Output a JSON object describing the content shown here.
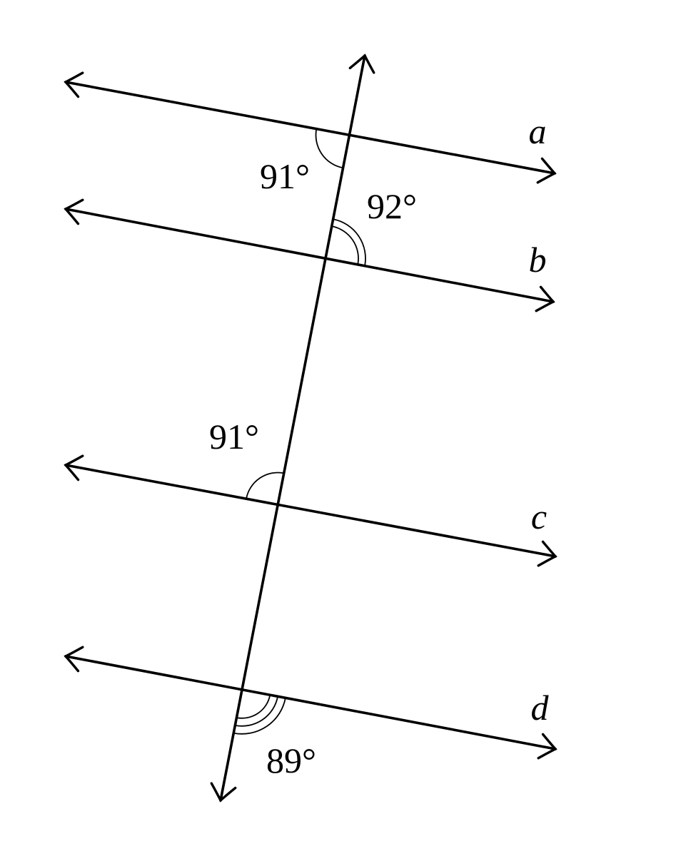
{
  "diagram": {
    "background": "#ffffff",
    "ink": "#000000",
    "description": "Four lines a, b, c, d crossed by one transversal; marked angles at four intersections",
    "transversal": {
      "name": "transversal",
      "arrows": "both-ends"
    },
    "parallel_lines": [
      {
        "label": "a",
        "angle": {
          "text": "91°",
          "arc_marks": 1,
          "position": "left-of-transversal-below-line"
        }
      },
      {
        "label": "b",
        "angle": {
          "text": "92°",
          "arc_marks": 2,
          "position": "right-of-transversal-above-line"
        }
      },
      {
        "label": "c",
        "angle": {
          "text": "91°",
          "arc_marks": 1,
          "position": "left-of-transversal-above-line"
        }
      },
      {
        "label": "d",
        "angle": {
          "text": "89°",
          "arc_marks": 3,
          "position": "right-of-transversal-below-line"
        }
      }
    ]
  }
}
